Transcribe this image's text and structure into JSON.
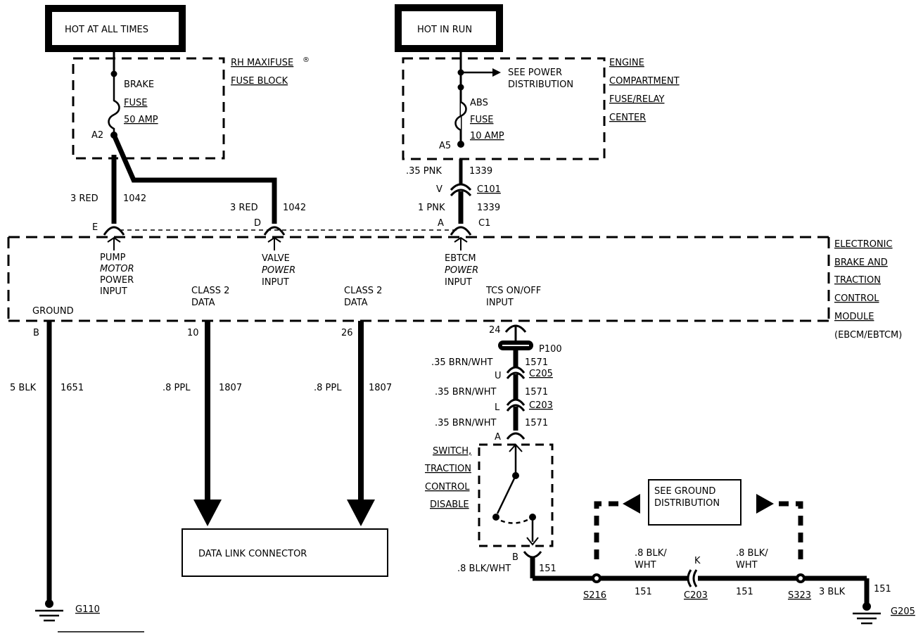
{
  "header": {
    "hot_at_all_times": "HOT AT ALL TIMES",
    "hot_in_run": "HOT IN RUN"
  },
  "rh_fuse_block": {
    "title_line1": "RH MAXIFUSE",
    "mark": "®",
    "title_line2": "FUSE BLOCK",
    "fuse_name": "BRAKE",
    "fuse_word": "FUSE",
    "fuse_rating": "50 AMP",
    "terminal": "A2"
  },
  "engine_fuse_center": {
    "title_line1": "ENGINE",
    "title_line2": "COMPARTMENT",
    "title_line3": "FUSE/RELAY",
    "title_line4": "CENTER",
    "see_line1": "SEE POWER",
    "see_line2": "DISTRIBUTION",
    "fuse_name": "ABS",
    "fuse_word": "FUSE",
    "fuse_rating": "10 AMP",
    "terminal": "A5"
  },
  "wires": {
    "w_3red_left": "3 RED",
    "w_1042_left": "1042",
    "w_3red_right": "3 RED",
    "w_1042_right": "1042",
    "w_35pnk": ".35 PNK",
    "w_1339_top": "1339",
    "w_1pnk": "1 PNK",
    "w_1339_bottom": "1339",
    "c101_pin": "V",
    "c101": "C101",
    "c1_pin": "A",
    "c1": "C1",
    "w_5blk": "5 BLK",
    "w_1651": "1651",
    "w_8ppl_a": ".8 PPL",
    "w_1807_a": "1807",
    "w_8ppl_b": ".8 PPL",
    "w_1807_b": "1807",
    "w_brnwht_1": ".35 BRN/WHT",
    "w_1571_1": "1571",
    "w_brnwht_2": ".35 BRN/WHT",
    "w_1571_2": "1571",
    "w_brnwht_3": ".35 BRN/WHT",
    "w_1571_3": "1571",
    "p100": "P100",
    "u_pin": "U",
    "c205": "C205",
    "l_pin": "L",
    "c203_top": "C203",
    "a_pin_switch": "A",
    "b_pin_switch": "B",
    "w_8blkwht": ".8 BLK/WHT",
    "w_151_switch": "151",
    "w_8blk_a1": ".8 BLK/",
    "w_8blk_a2": "WHT",
    "w_151_a": "151",
    "k_pin": "K",
    "w_8blk_b1": ".8 BLK/",
    "w_8blk_b2": "WHT",
    "w_151_b": "151",
    "w_3blk": "3 BLK",
    "w_151_end": "151"
  },
  "ebcm": {
    "title_line1": "ELECTRONIC",
    "title_line2": "BRAKE AND",
    "title_line3": "TRACTION",
    "title_line4": "CONTROL",
    "title_line5": "MODULE",
    "title_line6": "(EBCM/EBTCM)",
    "pin_e": "E",
    "pin_d": "D",
    "pin_a": "A",
    "pin_b": "B",
    "pin_10": "10",
    "pin_26": "26",
    "pin_24": "24",
    "pump_line1": "PUMP",
    "pump_line2": "MOTOR",
    "pump_line3": "POWER",
    "pump_line4": "INPUT",
    "valve_line1": "VALVE",
    "valve_line2": "POWER",
    "valve_line3": "INPUT",
    "ebtcm_line1": "EBTCM",
    "ebtcm_line2": "POWER",
    "ebtcm_line3": "INPUT",
    "class2_a_line1": "CLASS 2",
    "class2_a_line2": "DATA",
    "class2_b_line1": "CLASS 2",
    "class2_b_line2": "DATA",
    "tcs_line1": "TCS ON/OFF",
    "tcs_line2": "INPUT",
    "ground": "GROUND"
  },
  "switch": {
    "line1": "SWITCH,",
    "line2": "TRACTION",
    "line3": "CONTROL",
    "line4": "DISABLE"
  },
  "data_link_connector": "DATA LINK CONNECTOR",
  "see_ground": {
    "line1": "SEE GROUND",
    "line2": "DISTRIBUTION"
  },
  "grounds": {
    "g110": "G110",
    "g205": "G205",
    "s216": "S216",
    "c203": "C203",
    "s323": "S323"
  }
}
